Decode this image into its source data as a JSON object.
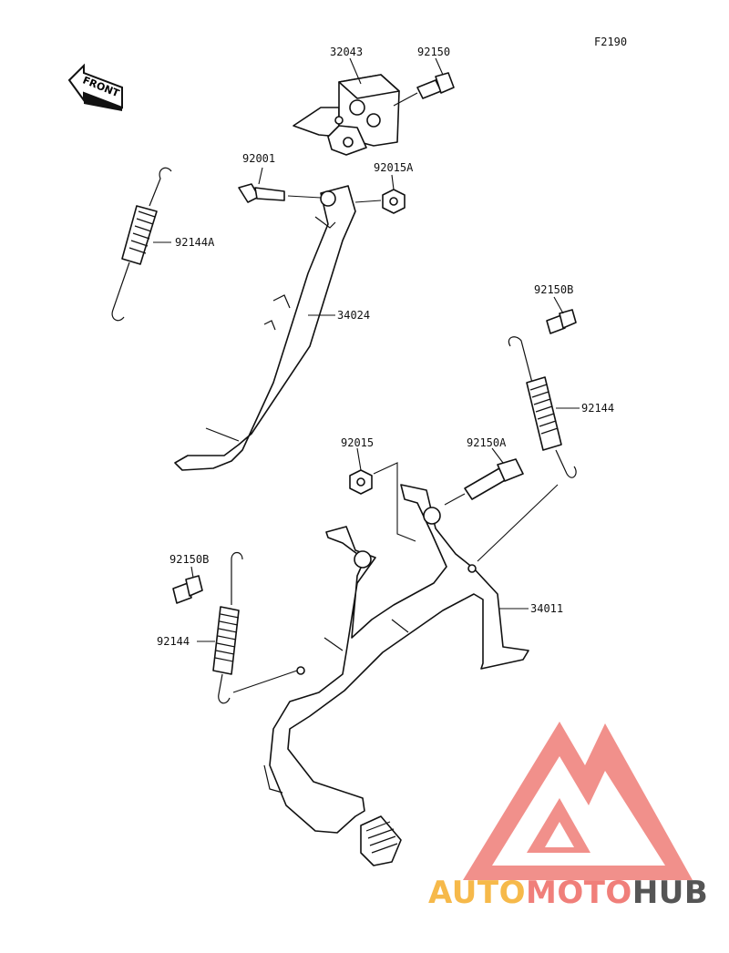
{
  "figure_code": "F2190",
  "front_label": "FRONT",
  "parts": {
    "p32043": "32043",
    "p92150": "92150",
    "p92001": "92001",
    "p92015A": "92015A",
    "p92144A": "92144A",
    "p34024": "34024",
    "p92150B_top": "92150B",
    "p92144_right": "92144",
    "p92015": "92015",
    "p92150A": "92150A",
    "p92150B_left": "92150B",
    "p34011": "34011",
    "p92144_left": "92144"
  },
  "watermark": {
    "word_a": "AUTO",
    "word_b": "MOTO",
    "word_c": "HUB",
    "color_a": "#f6b94a",
    "color_b": "#f07f7a",
    "color_c": "#555555",
    "logo_color": "#ef7d77"
  }
}
